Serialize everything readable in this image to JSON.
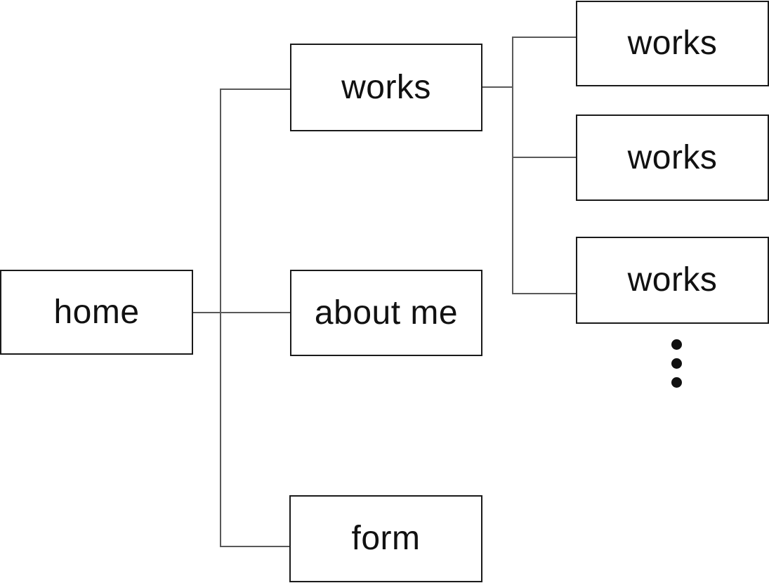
{
  "diagram": {
    "type": "sitemap-tree",
    "nodes": [
      {
        "id": "home",
        "label": "home"
      },
      {
        "id": "works",
        "label": "works"
      },
      {
        "id": "about-me",
        "label": "about me"
      },
      {
        "id": "form",
        "label": "form"
      },
      {
        "id": "works-child-1",
        "label": "works"
      },
      {
        "id": "works-child-2",
        "label": "works"
      },
      {
        "id": "works-child-3",
        "label": "works"
      }
    ],
    "ellipsis": {
      "meaning": "more works pages continue"
    },
    "colors": {
      "box_border": "#1a1a1a",
      "connector": "#595959",
      "background": "#ffffff",
      "text": "#111111"
    }
  }
}
